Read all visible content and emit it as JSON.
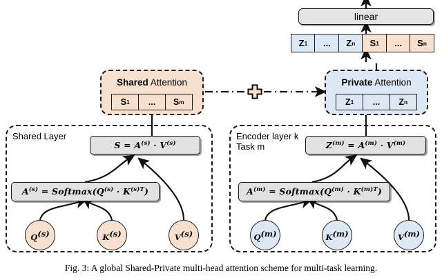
{
  "figure": {
    "caption": "Fig. 3: A global Shared-Private multi-head attention scheme for multi-task learning."
  },
  "top": {
    "linear_label": "linear",
    "token_strip": [
      {
        "label": "Z",
        "subscript": "1",
        "color": "#dce9f5"
      },
      {
        "label": "...",
        "subscript": "",
        "color": "#dce9f5"
      },
      {
        "label": "Z",
        "subscript": "n",
        "color": "#dce9f5"
      },
      {
        "label": "S",
        "subscript": "1",
        "color": "#f7e0cd"
      },
      {
        "label": "...",
        "subscript": "",
        "color": "#f7e0cd"
      },
      {
        "label": "S",
        "subscript": "n",
        "color": "#f7e0cd"
      }
    ]
  },
  "shared_attention": {
    "title_bold": "Shared",
    "title_rest": " Attention",
    "cells": [
      {
        "label": "S",
        "subscript": "1"
      },
      {
        "label": "...",
        "subscript": ""
      },
      {
        "label": "S",
        "subscript": "m"
      }
    ],
    "fill": "#f7e0cd"
  },
  "private_attention": {
    "title_bold": "Private",
    "title_rest": " Attention",
    "cells": [
      {
        "label": "Z",
        "subscript": "1"
      },
      {
        "label": "...",
        "subscript": ""
      },
      {
        "label": "Z",
        "subscript": "n"
      }
    ],
    "fill": "#dce9f5"
  },
  "connector": {
    "symbol": "plus",
    "fill": "#f7e0cd"
  },
  "shared_panel": {
    "label": "Shared Layer",
    "output_formula": "S = A(s) · V(s)",
    "attention_formula": "A(s) = Softmax(Q(s) · K(s)T)",
    "nodes": [
      {
        "label": "Q",
        "superscript": "(s)"
      },
      {
        "label": "K",
        "superscript": "(s)"
      },
      {
        "label": "V",
        "superscript": "(s)"
      }
    ],
    "node_fill": "#f7e0cd"
  },
  "private_panel": {
    "label_line1": "Encoder layer k",
    "label_line2": "Task m",
    "output_formula": "Z(m) = A(m) · V(m)",
    "attention_formula": "A(m) = Softmax(Q(m) · K(m)T)",
    "nodes": [
      {
        "label": "Q",
        "superscript": "(m)"
      },
      {
        "label": "K",
        "superscript": "(m)"
      },
      {
        "label": "V",
        "superscript": "(m)"
      }
    ],
    "node_fill": "#dce9f5"
  }
}
